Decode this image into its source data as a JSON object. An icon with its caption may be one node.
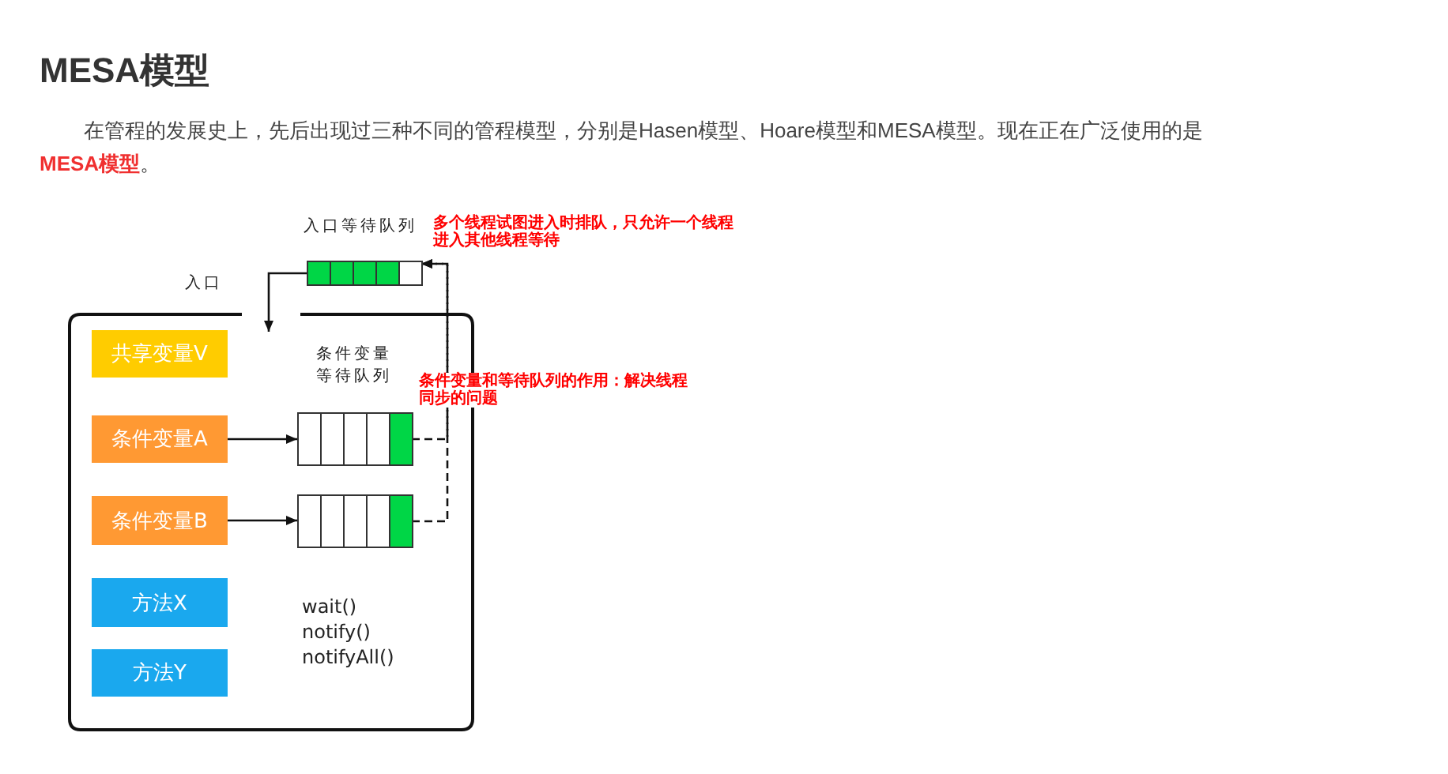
{
  "diagram": {
    "title": "MESA模型",
    "caption": "在管程的发展史上，先后出现过三种不同的管程模型，分别是Hasen模型、Hoare模型和MESA模型。现在正在广泛使用的是**MESA模型**。",
    "nodes": [
      {
        "text": [],
        "shape": "box"
      },
      {
        "text": [
          "入口等待队列"
        ]
      },
      {
        "text": [
          "共享变量V"
        ],
        "in": 0
      },
      {
        "text": [
          "条件变量A"
        ],
        "in": 0
      },
      {
        "text": [
          "条件变量B"
        ],
        "in": 0
      },
      {
        "text": [
          "方法X"
        ],
        "in": 0
      },
      {
        "text": [
          "方法Y"
        ],
        "in": 0
      },
      {
        "text": [
          "条件变量等待队列"
        ],
        "in": 0
      },
      {
        "text": [],
        "shape": "box",
        "in": 0
      }
    ],
    "edges": [
      {
        "from": 1,
        "to": 0,
        "arrow": "to"
      },
      {
        "from": 3,
        "to": 7,
        "arrow": "to"
      },
      {
        "from": 4,
        "to": 8,
        "arrow": "to"
      },
      {
        "from": 7,
        "to": 1,
        "arrow": "to",
        "style": "dashed"
      },
      {
        "from": 8,
        "to": 1,
        "arrow": "to",
        "style": "dashed"
      }
    ],
    "labels": [
      "入口",
      "多个线程试图进入时排队，只允许一个线程进入其他线程等待",
      "条件变量和等待队列的作用：解决线程同步的问题",
      "wait()",
      "notify()",
      "notifyAll()"
    ]
  }
}
